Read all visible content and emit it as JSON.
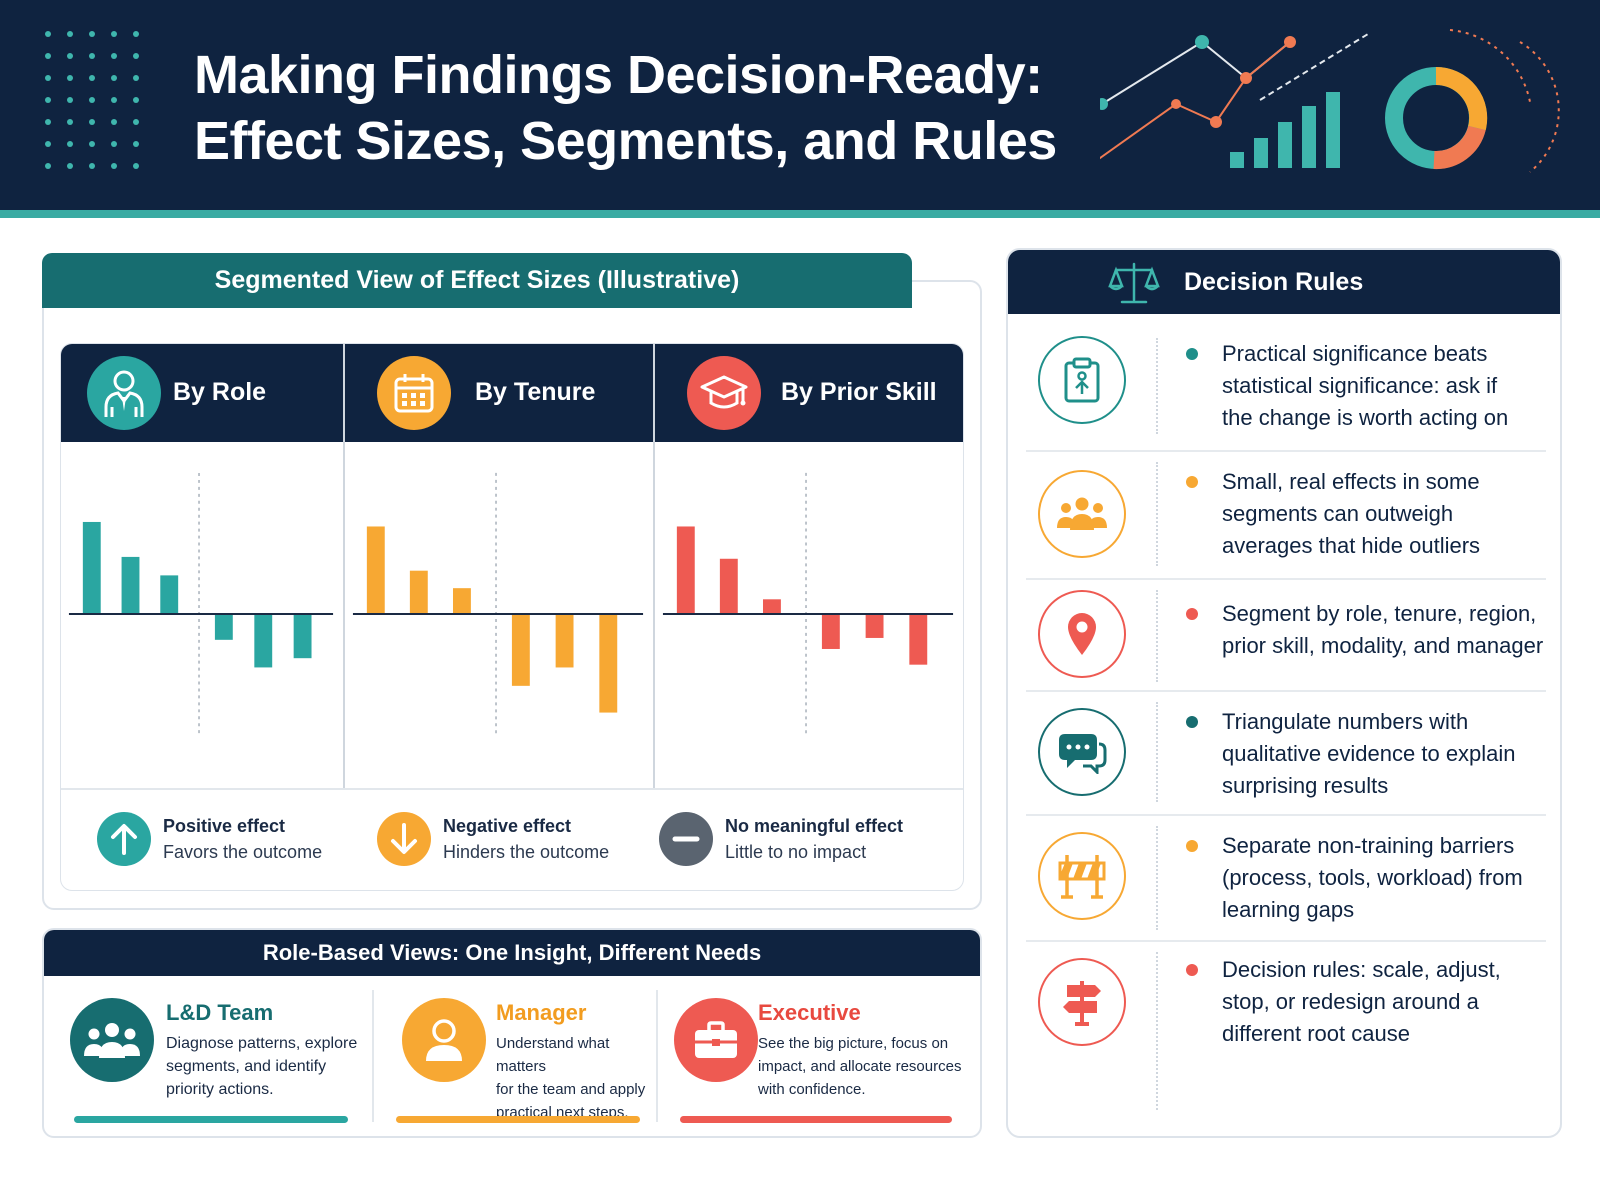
{
  "header": {
    "title_line1": "Making Findings Decision-Ready:",
    "title_line2": "Effect Sizes, Segments, and Rules"
  },
  "colors": {
    "navy": "#0f2340",
    "teal": "#2aa6a1",
    "orange": "#f7a833",
    "red": "#ee5a52",
    "gray": "#5a6470",
    "panel_teal": "#176d70"
  },
  "segmented": {
    "title": "Segmented View of Effect Sizes (Illustrative)",
    "columns": [
      {
        "key": "role",
        "label": "By Role",
        "icon": "person-tie-icon",
        "color": "#2aa6a1"
      },
      {
        "key": "tenure",
        "label": "By Tenure",
        "icon": "calendar-icon",
        "color": "#f7a833"
      },
      {
        "key": "skill",
        "label": "By Prior Skill",
        "icon": "graduation-cap-icon",
        "color": "#ee5a52"
      }
    ],
    "legend": [
      {
        "title": "Positive effect",
        "sub": "Favors the outcome",
        "icon": "arrow-up-icon",
        "color": "#2aa6a1"
      },
      {
        "title": "Negative effect",
        "sub": "Hinders the outcome",
        "icon": "arrow-down-icon",
        "color": "#f7a833"
      },
      {
        "title": "No meaningful effect",
        "sub": "Little to no impact",
        "icon": "minus-icon",
        "color": "#5a6470"
      }
    ]
  },
  "chart_data": [
    {
      "type": "bar",
      "title": "By Role",
      "values": [
        1.0,
        0.62,
        0.42,
        -0.28,
        -0.58,
        -0.48
      ],
      "ylim": [
        -1.1,
        1.1
      ]
    },
    {
      "type": "bar",
      "title": "By Tenure",
      "values": [
        0.95,
        0.47,
        0.28,
        -0.78,
        -0.58,
        -1.07
      ],
      "ylim": [
        -1.1,
        1.1
      ]
    },
    {
      "type": "bar",
      "title": "By Prior Skill",
      "values": [
        0.95,
        0.6,
        0.16,
        -0.38,
        -0.26,
        -0.55
      ],
      "ylim": [
        -1.1,
        1.1
      ]
    }
  ],
  "roles": {
    "title": "Role-Based Views: One Insight, Different Needs",
    "items": [
      {
        "name": "L&D Team",
        "desc": [
          "Diagnose patterns, explore",
          "segments, and identify",
          "priority actions."
        ],
        "color": "#176d70",
        "bar": "#2aa6a1",
        "icon": "team-icon"
      },
      {
        "name": "Manager",
        "desc": [
          "Understand what matters",
          "for the team and apply",
          "practical next steps."
        ],
        "color": "#f7a833",
        "bar": "#f7a833",
        "icon": "user-icon"
      },
      {
        "name": "Executive",
        "desc": [
          "See the big picture, focus on",
          "impact, and allocate resources",
          "with confidence."
        ],
        "color": "#ee5a52",
        "bar": "#ee5a52",
        "icon": "briefcase-icon"
      }
    ]
  },
  "rules": {
    "title": "Decision Rules",
    "items": [
      {
        "lines": [
          "Practical significance beats",
          "statistical significance: ask if",
          "the change is worth acting on"
        ],
        "color": "#1f8f8a",
        "icon": "clipboard-icon"
      },
      {
        "lines": [
          "Small, real effects in some",
          "segments can outweigh",
          "averages that hide outliers"
        ],
        "color": "#f7a833",
        "icon": "group-icon"
      },
      {
        "lines": [
          "Segment by role, tenure, region,",
          "prior skill, modality, and manager"
        ],
        "color": "#ee5a52",
        "icon": "map-pin-icon"
      },
      {
        "lines": [
          "Triangulate numbers with",
          "qualitative evidence to explain",
          "surprising results"
        ],
        "color": "#176d70",
        "icon": "chat-bubbles-icon"
      },
      {
        "lines": [
          "Separate non-training barriers",
          "(process, tools, workload) from",
          "learning gaps"
        ],
        "color": "#f7a833",
        "icon": "barrier-icon"
      },
      {
        "lines": [
          "Decision rules: scale, adjust,",
          "stop, or redesign around a",
          "different root cause"
        ],
        "color": "#ee5a52",
        "icon": "signpost-icon"
      }
    ]
  }
}
